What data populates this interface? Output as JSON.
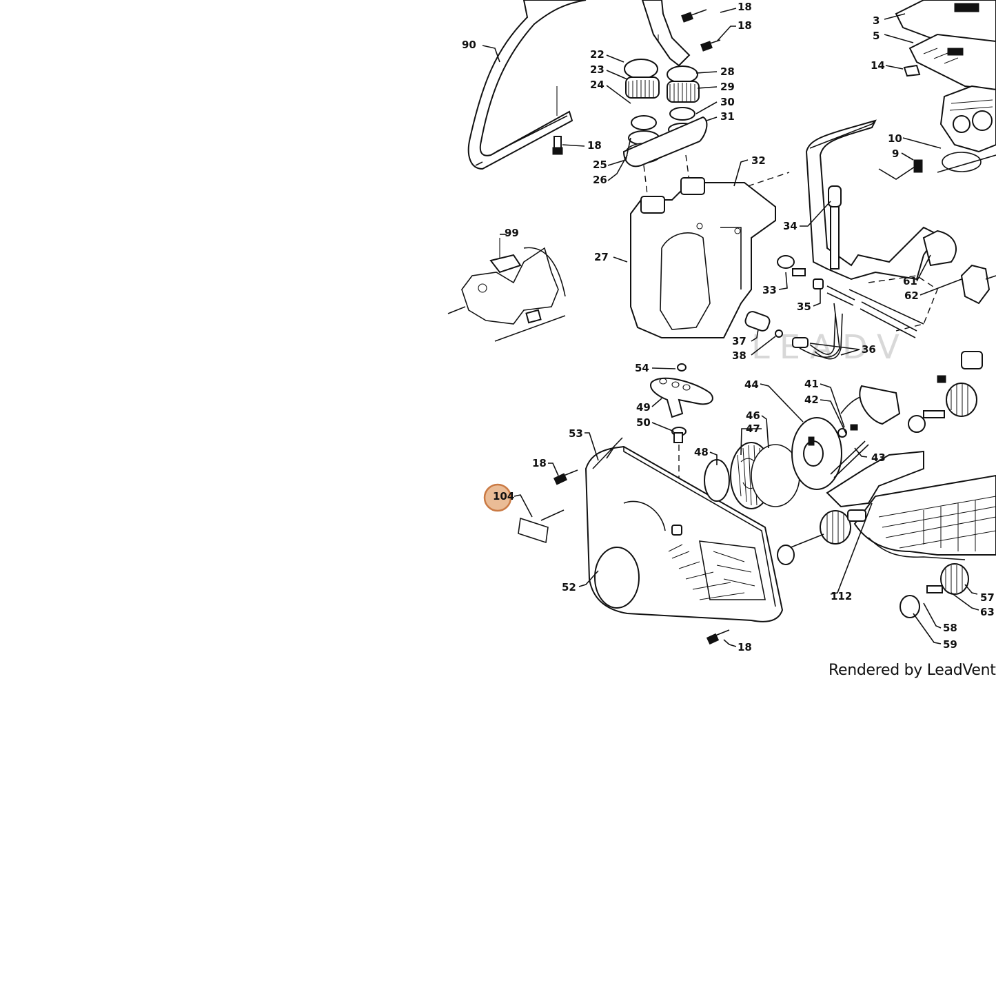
{
  "diagram": {
    "credit": "Rendered by LeadVenture",
    "watermark": "LEADV",
    "highlighted_callout": "104",
    "callouts": {
      "c3": "3",
      "c5": "5",
      "c14": "14",
      "c10": "10",
      "c9": "9",
      "c18a": "18",
      "c18b": "18",
      "c18c": "18",
      "c18d": "18",
      "c18e": "18",
      "c90": "90",
      "c22": "22",
      "c23": "23",
      "c24": "24",
      "c25": "25",
      "c26": "26",
      "c28": "28",
      "c29": "29",
      "c30": "30",
      "c31": "31",
      "c32": "32",
      "c27": "27",
      "c99": "99",
      "c34": "34",
      "c33": "33",
      "c35": "35",
      "c37": "37",
      "c38": "38",
      "c36": "36",
      "c61": "61",
      "c62": "62",
      "c54": "54",
      "c49": "49",
      "c50": "50",
      "c53": "53",
      "c44": "44",
      "c41": "41",
      "c42": "42",
      "c46": "46",
      "c47": "47",
      "c48": "48",
      "c43": "43",
      "c104": "104",
      "c52": "52",
      "c112": "112",
      "c57": "57",
      "c63": "63",
      "c58": "58",
      "c59": "59"
    }
  }
}
